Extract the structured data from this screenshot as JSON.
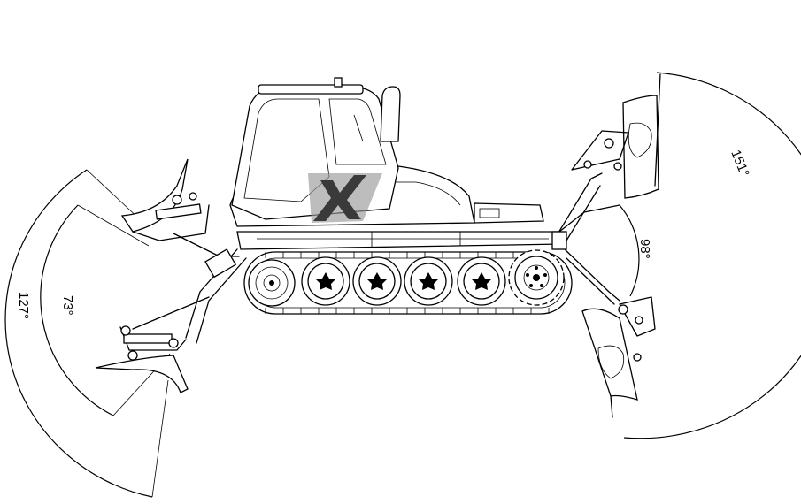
{
  "angles": {
    "front_outer": "151°",
    "front_inner": "98°",
    "rear_outer": "127°",
    "rear_inner": "73°"
  },
  "colors": {
    "line": "#000000",
    "background": "#ffffff",
    "logo_fill": "#7a7a7a"
  },
  "icons": {
    "cab_logo": "x-logo"
  }
}
